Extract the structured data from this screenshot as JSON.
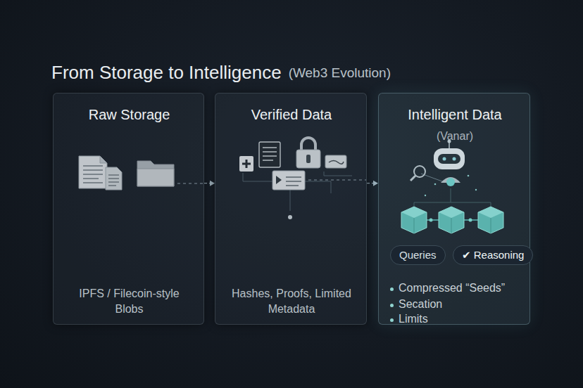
{
  "diagram": {
    "title": "From Storage to Intelligence",
    "nodes": [
      {
        "text": [
          "Raw Storage",
          "IPFS / Filecoin-style Blobs"
        ]
      },
      {
        "text": [
          "Verified Data",
          "Hashes, Proofs, Limited Metadata"
        ]
      },
      {
        "text": [
          "Intelligent Data",
          "(Vanar)",
          "Compressed “Seeds”",
          "Secation",
          "Limits"
        ]
      },
      {
        "text": [
          "Queries"
        ],
        "in": 2
      },
      {
        "text": [
          "✔ Reasoning"
        ],
        "in": 2
      }
    ],
    "edges": [
      {
        "from": 0,
        "to": 1,
        "arrow": "to"
      },
      {
        "from": 1,
        "to": 2,
        "arrow": "to"
      }
    ],
    "labels": [
      "(Web3 Evolution)"
    ]
  }
}
